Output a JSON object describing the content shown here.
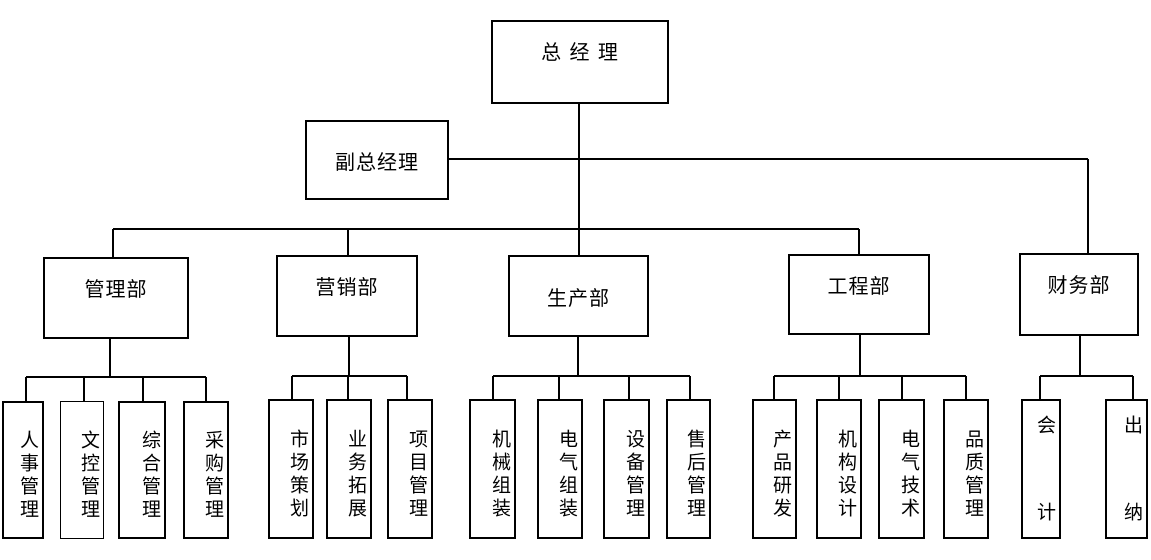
{
  "org": {
    "ceo": "总 经 理",
    "deputy": "副总经理",
    "departments": [
      {
        "name": "管理部",
        "units": [
          "人事管理",
          "文控管理",
          "综合管理",
          "采购管理"
        ]
      },
      {
        "name": "营销部",
        "units": [
          "市场策划",
          "业务拓展",
          "项目管理"
        ]
      },
      {
        "name": "生产部",
        "units": [
          "机械组装",
          "电气组装",
          "设备管理",
          "售后管理"
        ]
      },
      {
        "name": "工程部",
        "units": [
          "产品研发",
          "机构设计",
          "电气技术",
          "品质管理"
        ]
      },
      {
        "name": "财务部",
        "units_split": [
          [
            "会",
            "计"
          ],
          [
            "出",
            "纳"
          ]
        ]
      }
    ]
  }
}
